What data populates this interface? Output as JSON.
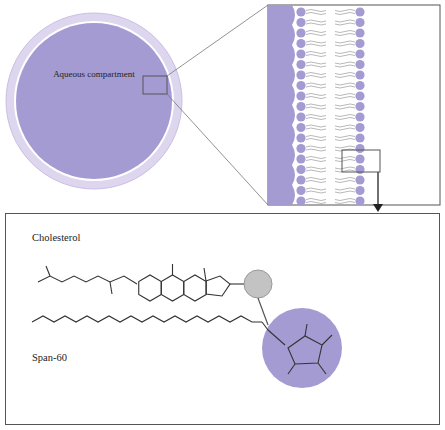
{
  "diagram": {
    "nodes": [
      {
        "text": [
          "Aqueous compartment"
        ]
      },
      {
        "text": [
          "Cholesterol",
          "Span-60"
        ]
      }
    ]
  }
}
